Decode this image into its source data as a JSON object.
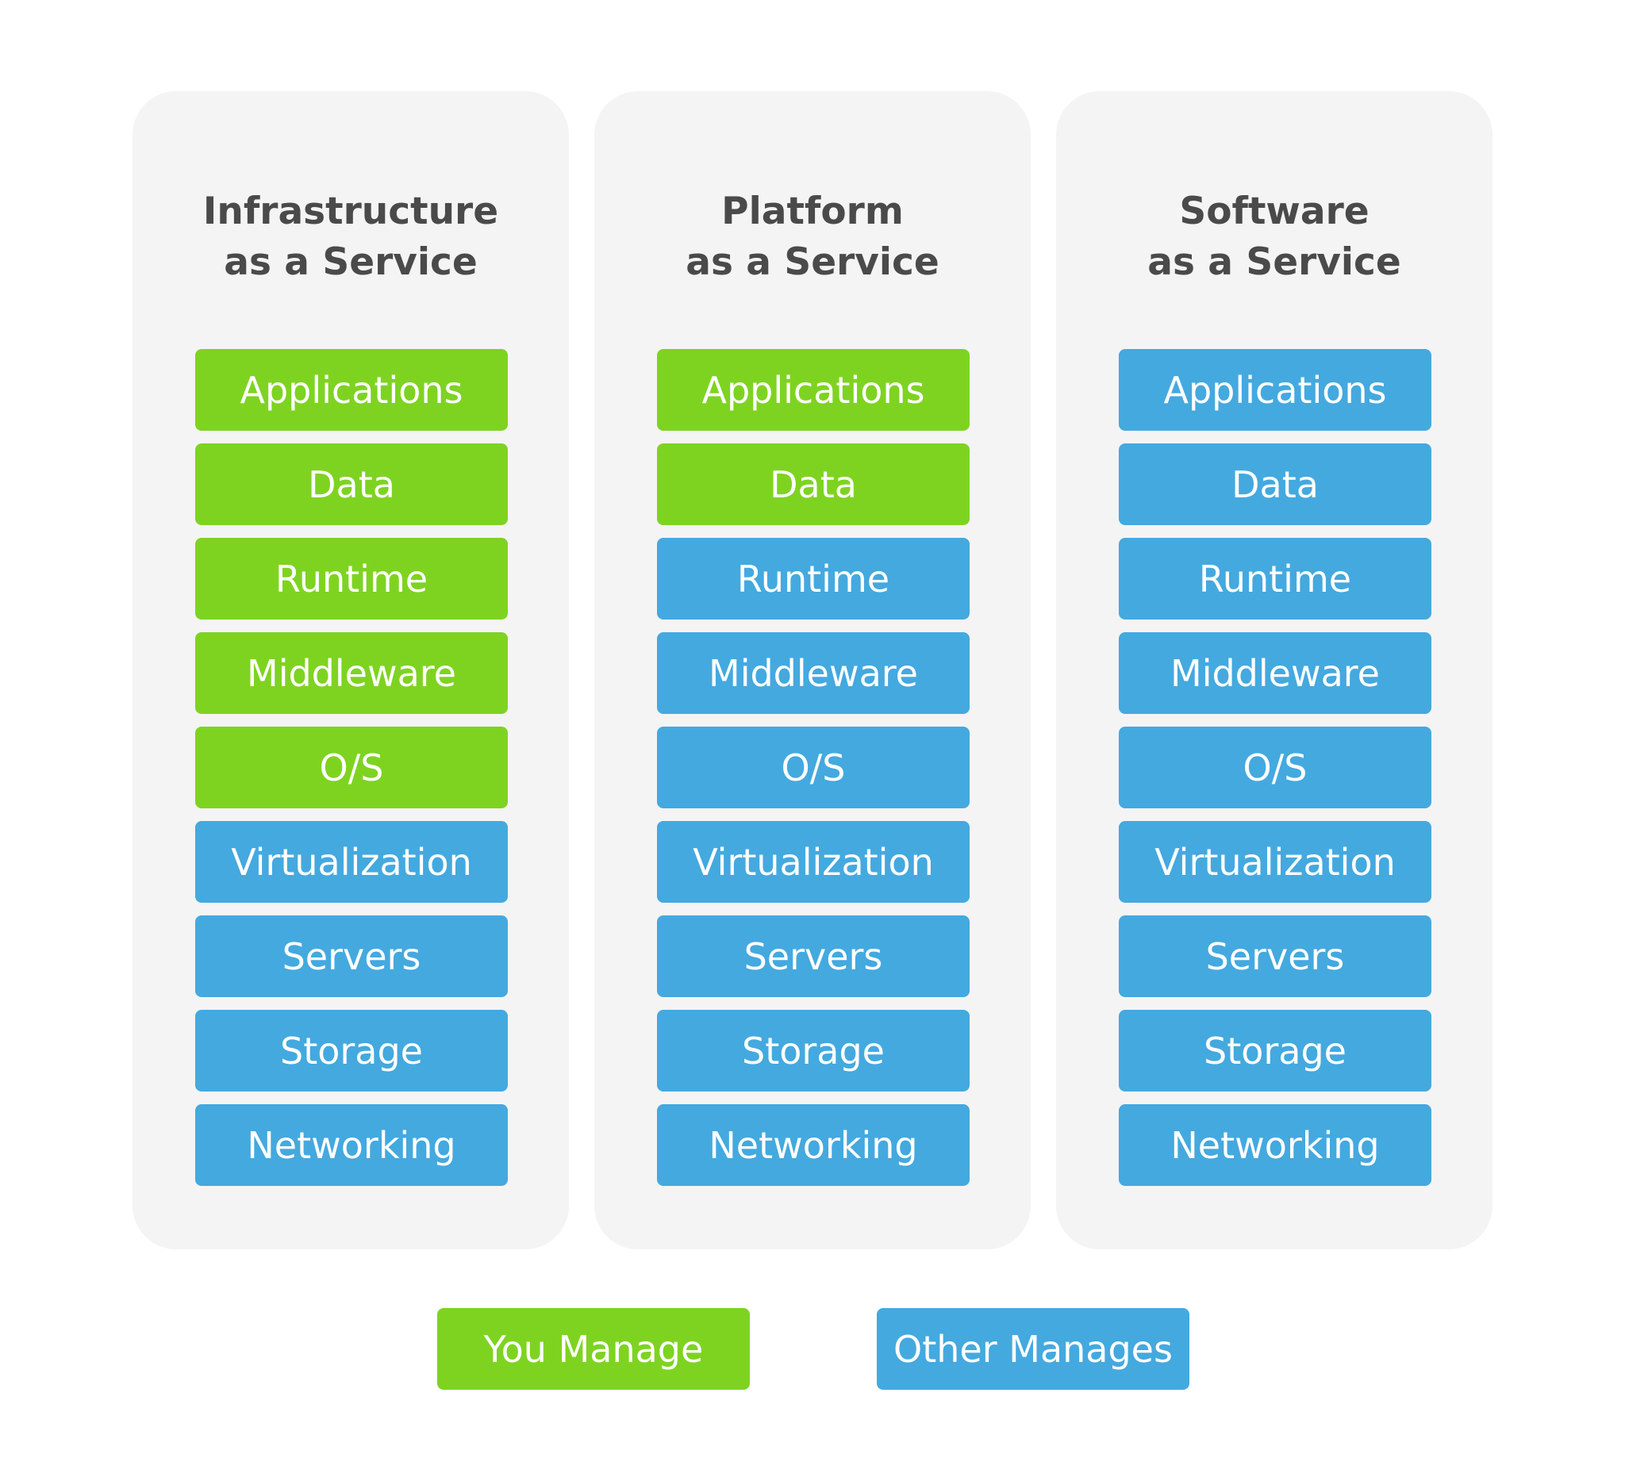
{
  "colors": {
    "you_manage": "#7ed321",
    "other_manages": "#44a9df",
    "panel": "#f4f4f4",
    "title_text": "#4a4a4a"
  },
  "columns": [
    {
      "title_line1": "Infrastructure",
      "title_line2": "as a Service",
      "layers": [
        {
          "label": "Applications",
          "managed_by": "you"
        },
        {
          "label": "Data",
          "managed_by": "you"
        },
        {
          "label": "Runtime",
          "managed_by": "you"
        },
        {
          "label": "Middleware",
          "managed_by": "you"
        },
        {
          "label": "O/S",
          "managed_by": "you"
        },
        {
          "label": "Virtualization",
          "managed_by": "other"
        },
        {
          "label": "Servers",
          "managed_by": "other"
        },
        {
          "label": "Storage",
          "managed_by": "other"
        },
        {
          "label": "Networking",
          "managed_by": "other"
        }
      ]
    },
    {
      "title_line1": "Platform",
      "title_line2": "as a Service",
      "layers": [
        {
          "label": "Applications",
          "managed_by": "you"
        },
        {
          "label": "Data",
          "managed_by": "you"
        },
        {
          "label": "Runtime",
          "managed_by": "other"
        },
        {
          "label": "Middleware",
          "managed_by": "other"
        },
        {
          "label": "O/S",
          "managed_by": "other"
        },
        {
          "label": "Virtualization",
          "managed_by": "other"
        },
        {
          "label": "Servers",
          "managed_by": "other"
        },
        {
          "label": "Storage",
          "managed_by": "other"
        },
        {
          "label": "Networking",
          "managed_by": "other"
        }
      ]
    },
    {
      "title_line1": "Software",
      "title_line2": "as a Service",
      "layers": [
        {
          "label": "Applications",
          "managed_by": "other"
        },
        {
          "label": "Data",
          "managed_by": "other"
        },
        {
          "label": "Runtime",
          "managed_by": "other"
        },
        {
          "label": "Middleware",
          "managed_by": "other"
        },
        {
          "label": "O/S",
          "managed_by": "other"
        },
        {
          "label": "Virtualization",
          "managed_by": "other"
        },
        {
          "label": "Servers",
          "managed_by": "other"
        },
        {
          "label": "Storage",
          "managed_by": "other"
        },
        {
          "label": "Networking",
          "managed_by": "other"
        }
      ]
    }
  ],
  "legend": {
    "you_manage": "You Manage",
    "other_manages": "Other Manages"
  }
}
